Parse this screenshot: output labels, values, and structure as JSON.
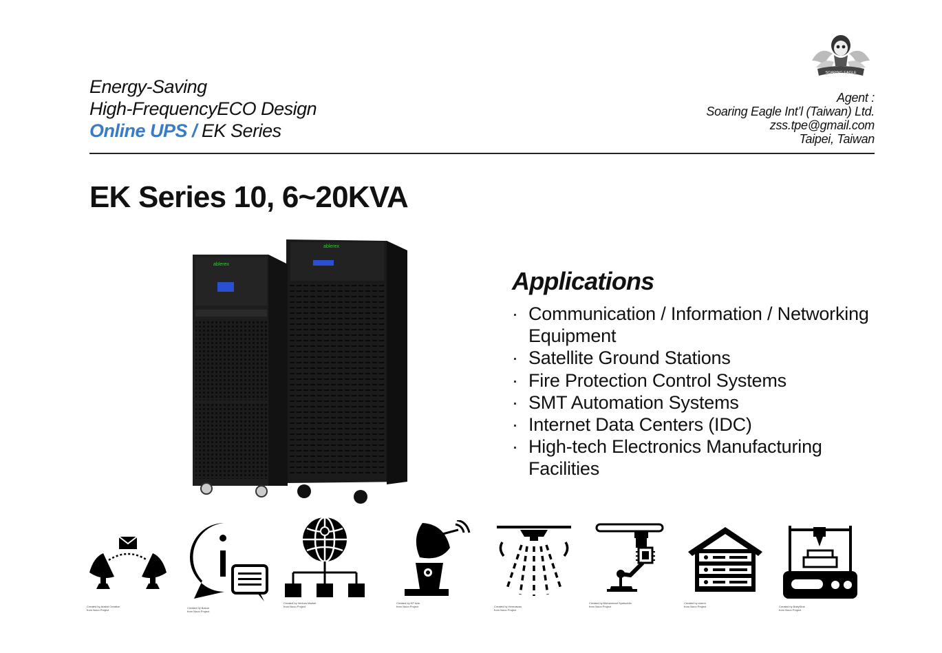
{
  "header": {
    "line1": "Energy-Saving",
    "line2": "High-FrequencyECO Design",
    "line3_accent": "Online UPS /",
    "line3_rest": " EK Series"
  },
  "agent": {
    "label": "Agent :",
    "company": "Soaring Eagle Int’l (Taiwan) Ltd.",
    "email": "zss.tpe@gmail.com",
    "location": "Taipei, Taiwan",
    "logo_text": "SOARING EAGLE"
  },
  "product": {
    "title": "EK Series 10, 6~20KVA",
    "front_brand": "ablerex"
  },
  "applications": {
    "heading": "Applications",
    "bullet": "·",
    "items": [
      "Communication / Information / Networking Equipment",
      "Satellite Ground Stations",
      "Fire Protection Control Systems",
      "SMT Automation Systems",
      "Internet Data Centers (IDC)",
      "High-tech Electronics Manufacturing Facilities"
    ]
  },
  "icons": [
    {
      "name": "satellite-communication-icon",
      "credit1": "Created by Arabid Creative",
      "credit2": "from Noun Project"
    },
    {
      "name": "information-chat-icon",
      "credit1": "Created by Basun",
      "credit2": "from Noun Project"
    },
    {
      "name": "network-globe-icon",
      "credit1": "Created by Vectors Market",
      "credit2": "from Noun Project"
    },
    {
      "name": "satellite-dish-icon",
      "credit1": "Created by KP Arts",
      "credit2": "from Noun Project"
    },
    {
      "name": "fire-sprinkler-icon",
      "credit1": "Created by Hermawan",
      "credit2": "from Noun Project"
    },
    {
      "name": "robot-arm-chip-icon",
      "credit1": "Created by Muhammad Syahuddin",
      "credit2": "from Noun Project"
    },
    {
      "name": "data-center-icon",
      "credit1": "Created by sherrn",
      "credit2": "from Noun Project"
    },
    {
      "name": "3d-printer-icon",
      "credit1": "Created by BabySink",
      "credit2": "from Noun Project"
    }
  ],
  "colors": {
    "accent": "#3a7bc8",
    "ink": "#111111"
  }
}
